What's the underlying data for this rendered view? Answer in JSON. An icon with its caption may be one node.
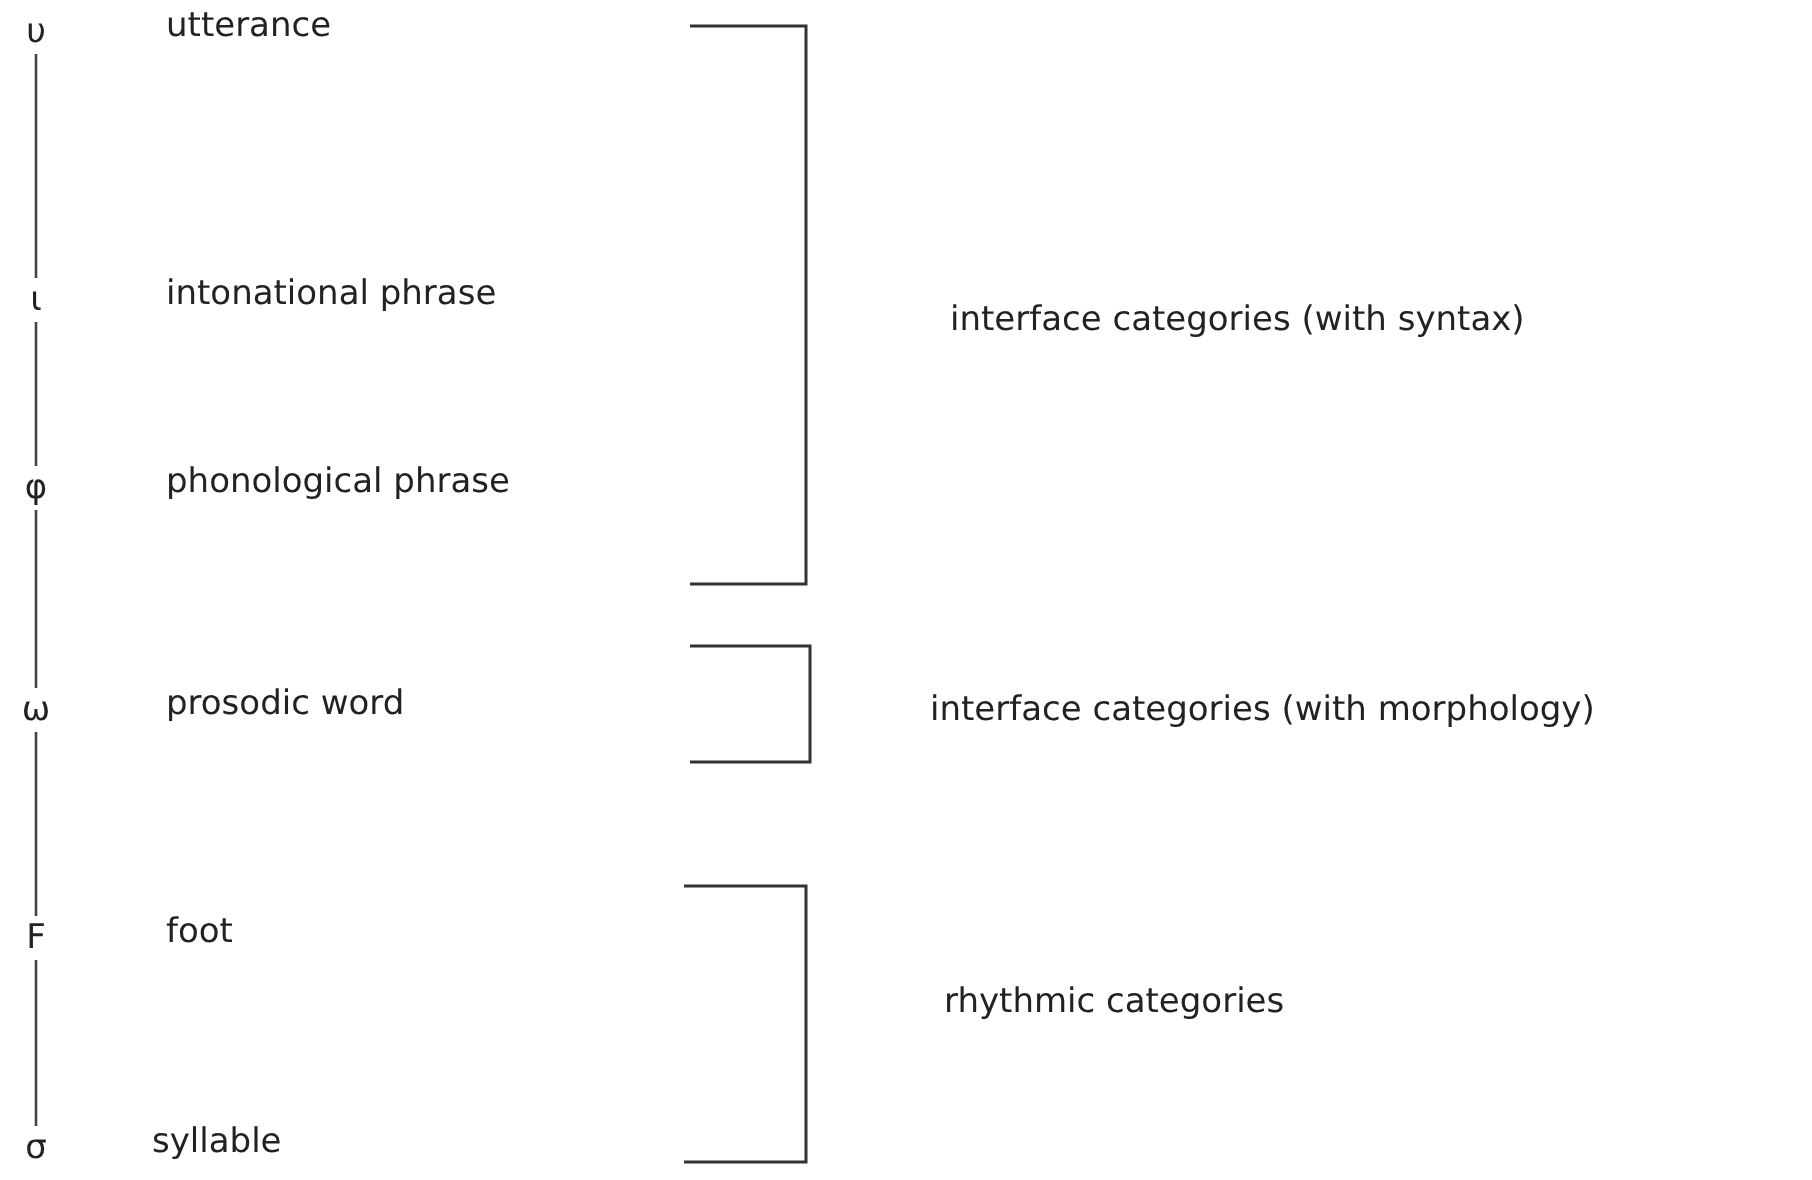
{
  "diagram": {
    "nodes": [
      {
        "text": [
          "υ"
        ],
        "beside": [
          "utterance"
        ]
      },
      {
        "text": [
          "ι"
        ],
        "beside": [
          "intonational phrase"
        ]
      },
      {
        "text": [
          "φ"
        ],
        "beside": [
          "phonological phrase"
        ]
      },
      {
        "text": [
          "ω"
        ],
        "beside": [
          "prosodic word"
        ]
      },
      {
        "text": [
          "F"
        ],
        "beside": [
          "foot"
        ]
      },
      {
        "text": [
          "σ"
        ],
        "beside": [
          "syllable"
        ]
      }
    ],
    "edges": [
      {
        "from": 0,
        "to": 1,
        "arrow": "none"
      },
      {
        "from": 1,
        "to": 2,
        "arrow": "none"
      },
      {
        "from": 2,
        "to": 3,
        "arrow": "none"
      },
      {
        "from": 3,
        "to": 4,
        "arrow": "none"
      },
      {
        "from": 4,
        "to": 5,
        "arrow": "none"
      }
    ],
    "labels": [
      "interface categories (with syntax)",
      "interface categories (with morphology)",
      "rhythmic categories"
    ]
  }
}
